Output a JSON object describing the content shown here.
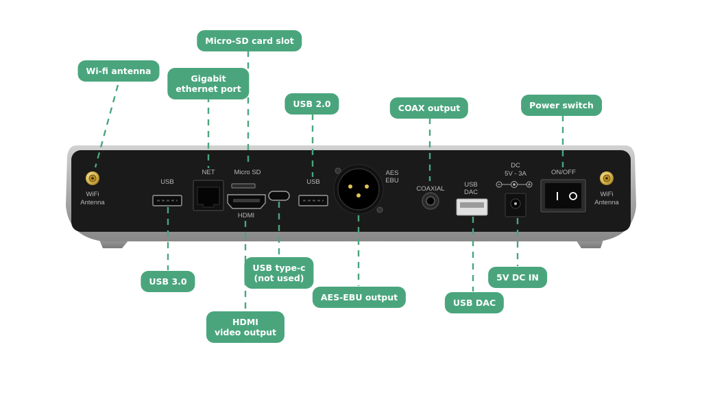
{
  "callouts": {
    "wifi_antenna": "Wi-fi antenna",
    "gigabit_line1": "Gigabit",
    "gigabit_line2": "ethernet port",
    "micro_sd_slot": "Micro-SD card slot",
    "usb20": "USB 2.0",
    "coax_output": "COAX output",
    "power_switch": "Power switch",
    "usb30": "USB 3.0",
    "usbc_line1": "USB type-c",
    "usbc_line2": "(not used)",
    "hdmi_line1": "HDMI",
    "hdmi_line2": "video output",
    "aes_ebu_output": "AES-EBU output",
    "usb_dac": "USB DAC",
    "dc_in": "5V DC IN"
  },
  "panel_labels": {
    "wifi_left_1": "WiFi",
    "wifi_left_2": "Antenna",
    "usb_left": "USB",
    "net": "NET",
    "micro_sd": "Micro SD",
    "hdmi": "HDMI",
    "usb_mid": "USB",
    "aes": "AES",
    "ebu": "EBU",
    "coaxial": "COAXIAL",
    "usb_dac_1": "USB",
    "usb_dac_2": "DAC",
    "dc": "DC",
    "dc_rating": "5V - 3A",
    "on_off": "ON/OFF",
    "wifi_right_1": "WiFi",
    "wifi_right_2": "Antenna"
  },
  "colors": {
    "callout_green": "#4aa57d",
    "panel_black": "#1a1a1a",
    "chassis_silver": "#a3a3a3"
  }
}
